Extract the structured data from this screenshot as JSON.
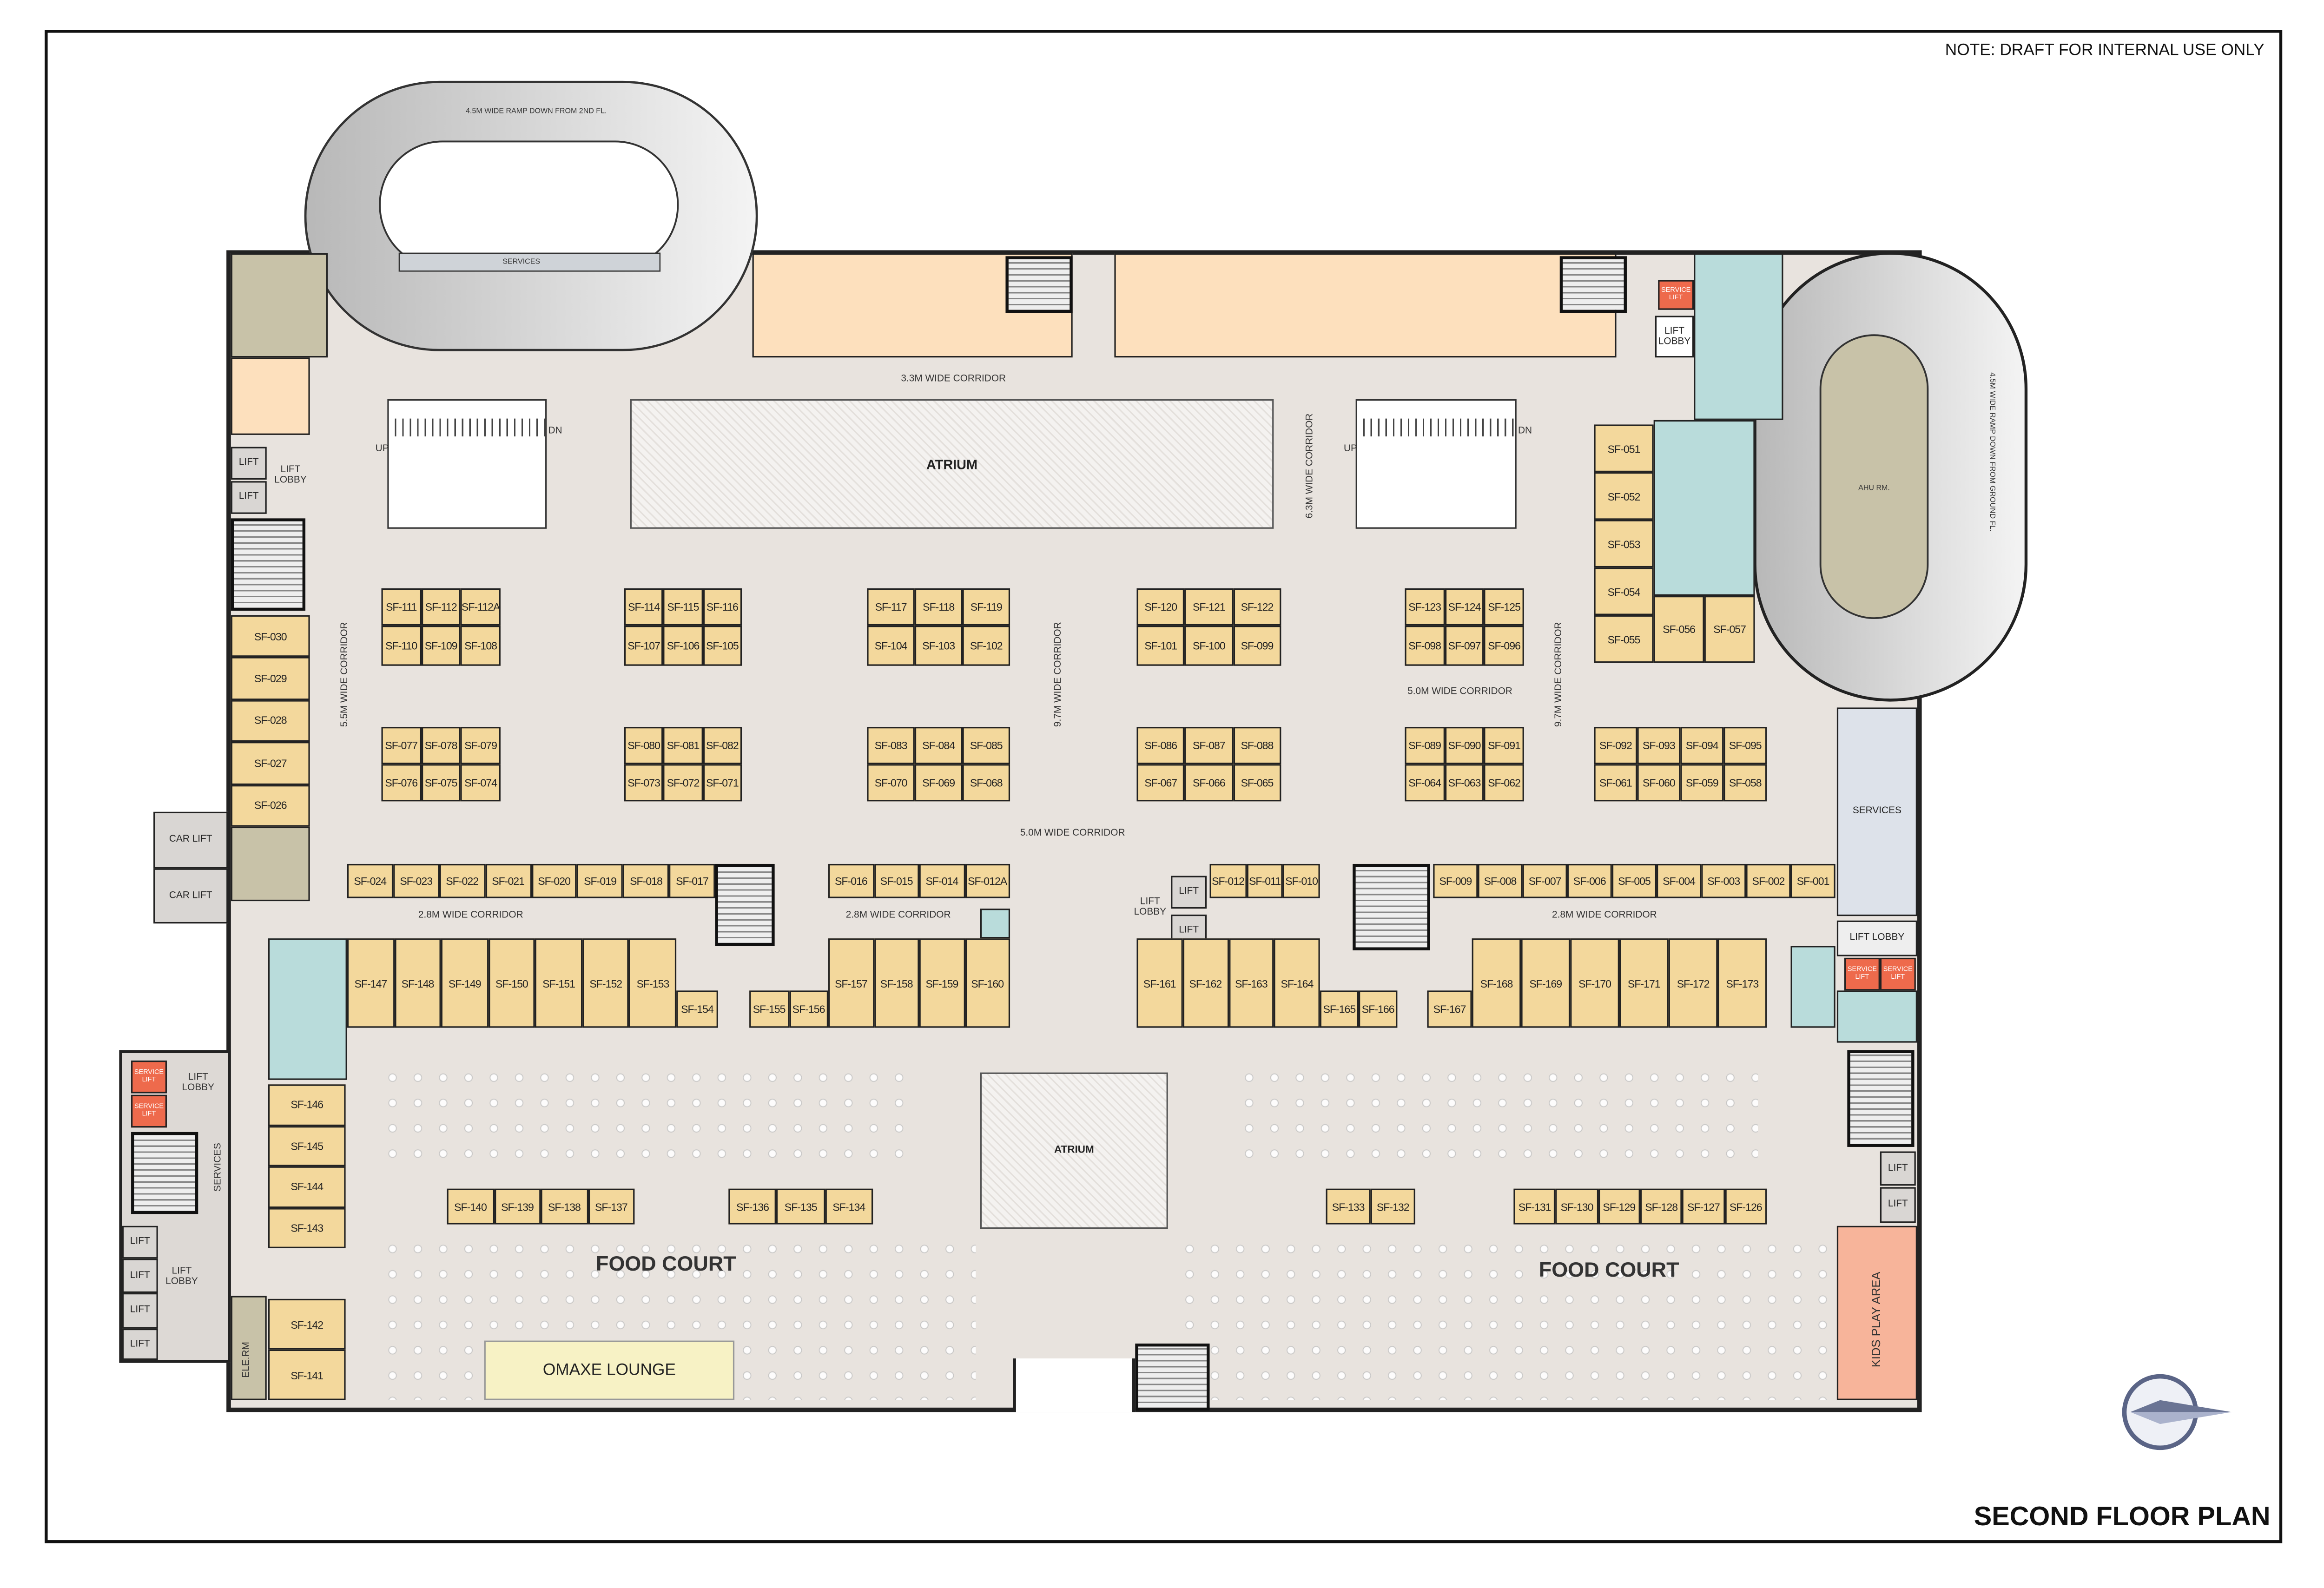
{
  "note": "NOTE: DRAFT FOR INTERNAL USE ONLY",
  "title": "SECOND FLOOR PLAN",
  "colors": {
    "shop": "#f3d89c",
    "anchor": "#fde0bd",
    "service_teal": "#b9dcdb",
    "service_lift": "#ee6a4c",
    "kids_play": "#f7b49a",
    "lounge": "#f7f2c5",
    "floor": "#e8e3de"
  },
  "corridors": {
    "c33": "3.3M WIDE CORRIDOR",
    "c55": "5.5M WIDE CORRIDOR",
    "c97": "9.7M WIDE CORRIDOR",
    "c63": "6.3M WIDE CORRIDOR",
    "c50": "5.0M WIDE CORRIDOR",
    "c28": "2.8M WIDE CORRIDOR"
  },
  "rooms": {
    "atrium": "ATRIUM",
    "food_court": "FOOD COURT",
    "omaxe_lounge": "OMAXE LOUNGE",
    "kids_play": "KIDS PLAY AREA",
    "car_lift": "CAR LIFT",
    "lift": "LIFT",
    "lift_lobby": "LIFT LOBBY",
    "service_lift": "SERVICE LIFT",
    "services": "SERVICES",
    "ele_rm": "ELE.RM",
    "ahu_rm": "AHU RM.",
    "ramp_top": "4.5M WIDE RAMP DOWN FROM 2ND FL.",
    "ramp_right": "4.5M WIDE RAMP DOWN FROM GROUND FL.",
    "up": "UP",
    "dn": "DN"
  },
  "shops": {
    "upper_a_top": [
      "SF-111",
      "SF-112",
      "SF-112A"
    ],
    "upper_a_bot": [
      "SF-110",
      "SF-109",
      "SF-108"
    ],
    "upper_b_top": [
      "SF-114",
      "SF-115",
      "SF-116"
    ],
    "upper_b_bot": [
      "SF-107",
      "SF-106",
      "SF-105"
    ],
    "upper_c_top": [
      "SF-117",
      "SF-118",
      "SF-119"
    ],
    "upper_c_bot": [
      "SF-104",
      "SF-103",
      "SF-102"
    ],
    "upper_d_top": [
      "SF-120",
      "SF-121",
      "SF-122"
    ],
    "upper_d_bot": [
      "SF-101",
      "SF-100",
      "SF-099"
    ],
    "upper_e_top": [
      "SF-123",
      "SF-124",
      "SF-125"
    ],
    "upper_e_bot": [
      "SF-098",
      "SF-097",
      "SF-096"
    ],
    "lower_a_top": [
      "SF-077",
      "SF-078",
      "SF-079"
    ],
    "lower_a_bot": [
      "SF-076",
      "SF-075",
      "SF-074"
    ],
    "lower_b_top": [
      "SF-080",
      "SF-081",
      "SF-082"
    ],
    "lower_b_bot": [
      "SF-073",
      "SF-072",
      "SF-071"
    ],
    "lower_c_top": [
      "SF-083",
      "SF-084",
      "SF-085"
    ],
    "lower_c_bot": [
      "SF-070",
      "SF-069",
      "SF-068"
    ],
    "lower_d_top": [
      "SF-086",
      "SF-087",
      "SF-088"
    ],
    "lower_d_bot": [
      "SF-067",
      "SF-066",
      "SF-065"
    ],
    "lower_e_top": [
      "SF-089",
      "SF-090",
      "SF-091"
    ],
    "lower_e_bot": [
      "SF-064",
      "SF-063",
      "SF-062"
    ],
    "lower_f_top": [
      "SF-092",
      "SF-093",
      "SF-094",
      "SF-095"
    ],
    "lower_f_bot": [
      "SF-061",
      "SF-060",
      "SF-059",
      "SF-058"
    ],
    "east_col": [
      "SF-051",
      "SF-052",
      "SF-053",
      "SF-054",
      "SF-055"
    ],
    "east_pair": [
      "SF-056",
      "SF-057"
    ],
    "west_col": [
      "SF-030",
      "SF-029",
      "SF-028",
      "SF-027",
      "SF-026"
    ],
    "row_1": [
      "SF-024",
      "SF-023",
      "SF-022",
      "SF-021",
      "SF-020",
      "SF-019",
      "SF-018",
      "SF-017"
    ],
    "row_2": [
      "SF-016",
      "SF-015",
      "SF-014",
      "SF-012A"
    ],
    "row_3": [
      "SF-012",
      "SF-011",
      "SF-010"
    ],
    "row_4": [
      "SF-009",
      "SF-008",
      "SF-007",
      "SF-006",
      "SF-005",
      "SF-004",
      "SF-003",
      "SF-002",
      "SF-001"
    ],
    "row_5": [
      "SF-147",
      "SF-148",
      "SF-149",
      "SF-150",
      "SF-151",
      "SF-152",
      "SF-153"
    ],
    "sf154": [
      "SF-154"
    ],
    "row_6a": [
      "SF-155",
      "SF-156"
    ],
    "row_6b": [
      "SF-157",
      "SF-158",
      "SF-159",
      "SF-160"
    ],
    "row_7a": [
      "SF-161",
      "SF-162",
      "SF-163",
      "SF-164"
    ],
    "row_7b": [
      "SF-165",
      "SF-166"
    ],
    "sf167": [
      "SF-167"
    ],
    "row_7c": [
      "SF-168",
      "SF-169",
      "SF-170",
      "SF-171",
      "SF-172",
      "SF-173"
    ],
    "fc_1": [
      "SF-140",
      "SF-139",
      "SF-138",
      "SF-137"
    ],
    "fc_2": [
      "SF-136",
      "SF-135",
      "SF-134"
    ],
    "fc_3": [
      "SF-133",
      "SF-132"
    ],
    "fc_4": [
      "SF-131",
      "SF-130",
      "SF-129",
      "SF-128",
      "SF-127",
      "SF-126"
    ],
    "west_fc_a": [
      "SF-146",
      "SF-145",
      "SF-144",
      "SF-143"
    ],
    "west_fc_b": [
      "SF-142",
      "SF-141"
    ]
  }
}
